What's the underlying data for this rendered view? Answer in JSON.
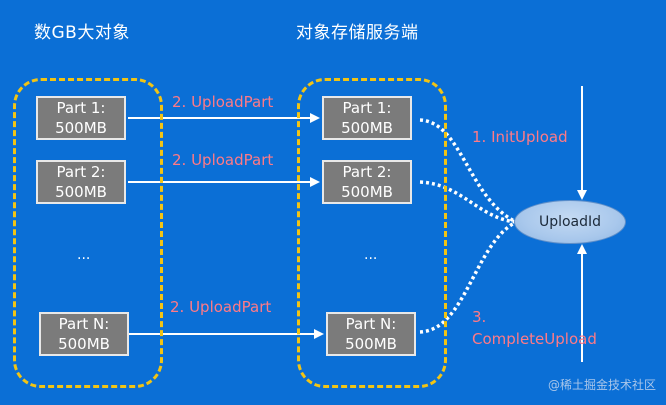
{
  "headings": {
    "client": "数GB大对象",
    "server": "对象存储服务端"
  },
  "client_parts": [
    {
      "line1": "Part 1:",
      "line2": "500MB"
    },
    {
      "line1": "Part 2:",
      "line2": "500MB"
    },
    {
      "line1": "Part N:",
      "line2": "500MB"
    }
  ],
  "server_parts": [
    {
      "line1": "Part 1:",
      "line2": "500MB"
    },
    {
      "line1": "Part 2:",
      "line2": "500MB"
    },
    {
      "line1": "Part N:",
      "line2": "500MB"
    }
  ],
  "ellipsis": "...",
  "upload_part_labels": [
    "2. UploadPart",
    "2. UploadPart",
    "2. UploadPart"
  ],
  "init_upload_label": "1. InitUpload",
  "complete_upload_label_line1": "3.",
  "complete_upload_label_line2": "CompleteUpload",
  "upload_id_label": "UploadId",
  "watermark": "@稀土掘金技术社区",
  "colors": {
    "background": "#0b6fd6",
    "dashed_border": "#f2c414",
    "part_fill": "#7b7b7b",
    "step_label": "#ff7a86",
    "arrow": "#ffffff"
  }
}
